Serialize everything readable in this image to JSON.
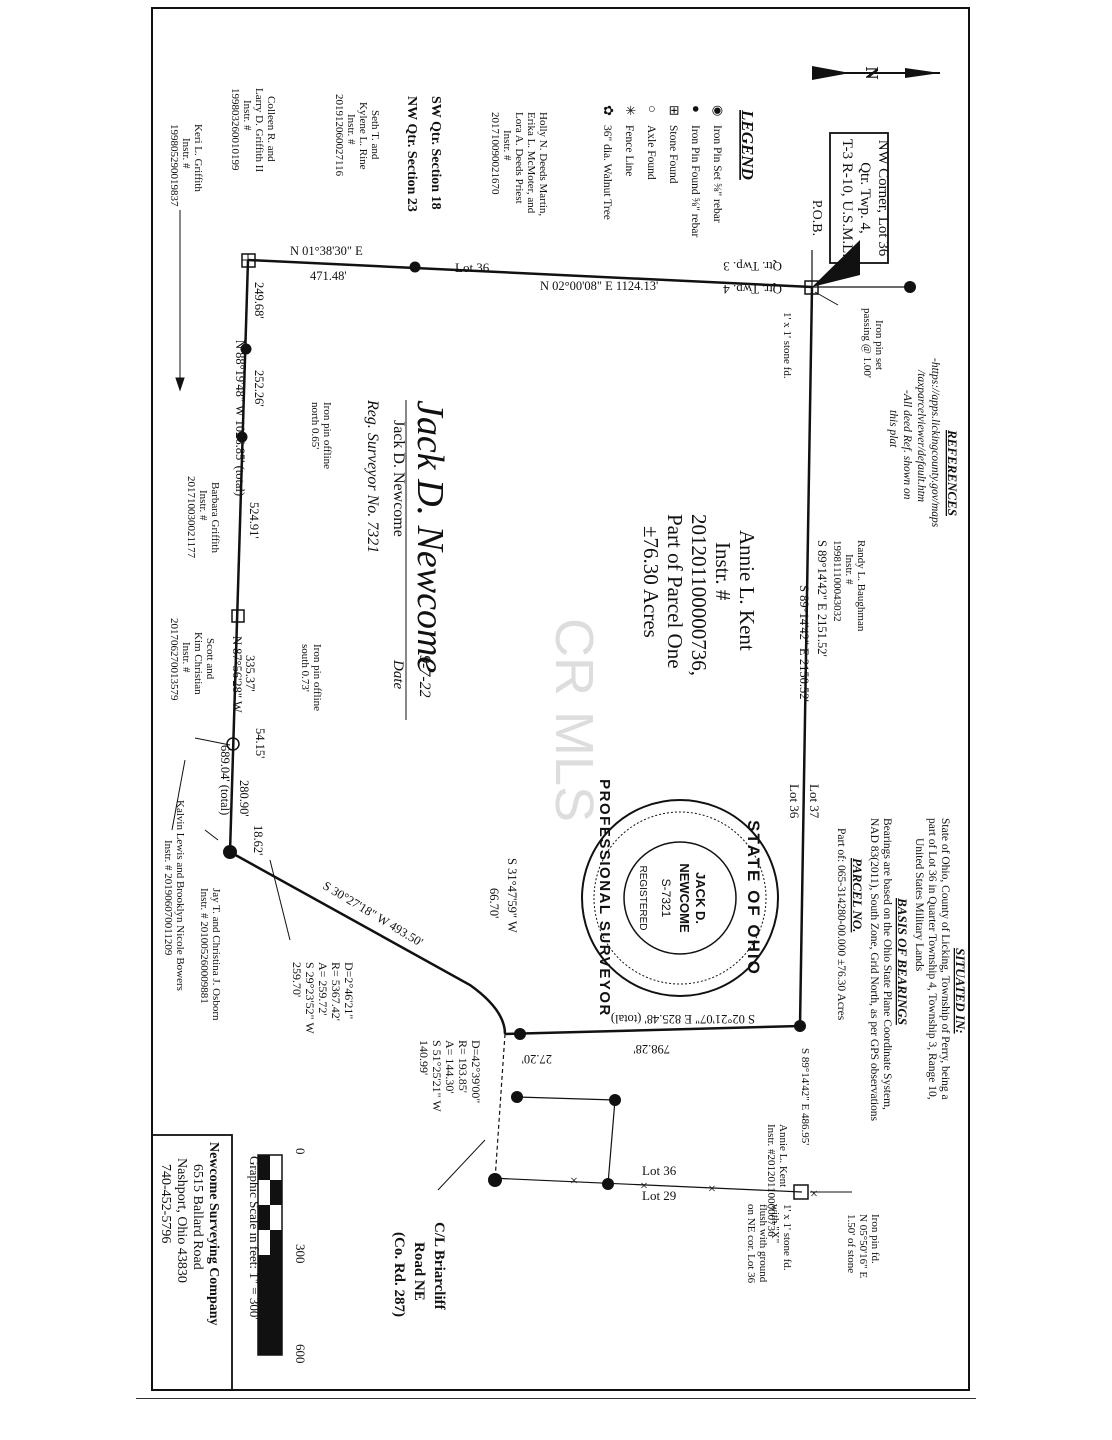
{
  "survey_plat": {
    "watermark": "CR MLS",
    "north_arrow": "N",
    "nw_corner": {
      "line1": "NW Corner, Lot 36",
      "line2": "Qtr. Twp. 4,",
      "line3": "T-3 R-10, U.S.M.L."
    },
    "pob": "P.O.B.",
    "legend": {
      "title": "LEGEND",
      "items": [
        {
          "symbol": "◉",
          "label": "Iron Pin Set ⅝\" rebar"
        },
        {
          "symbol": "●",
          "label": "Iron Pin Found ⅝\" rebar"
        },
        {
          "symbol": "⊞",
          "label": "Stone Found"
        },
        {
          "symbol": "○",
          "label": "Axle Found"
        },
        {
          "symbol": "✳",
          "label": "Fence Line"
        },
        {
          "symbol": "✿",
          "label": "36\" dia. Walnut Tree"
        }
      ]
    },
    "adjoiners": {
      "deeds_martin": [
        "Holly N. Deeds Martin,",
        "Erika L. McMoter, and",
        "Lora A. Deeds Priest",
        "Instr. #",
        "201710090021670"
      ],
      "sw_qtr": [
        "SW Qtr. Section 18"
      ],
      "nw_qtr": [
        "NW Qtr. Section 23"
      ],
      "rine": [
        "Seth T. and",
        "Kylene L. Rine",
        "Instr. #",
        "201912060027116"
      ],
      "griffith_colleen": [
        "Colleen R. and",
        "Larry D. Griffith II",
        "Instr. #",
        "199803260010199"
      ],
      "griffith_keri": [
        "Keri L. Griffith",
        "Instr. #",
        "199805290019837"
      ],
      "baughman": [
        "Randy L. Baughman",
        "Instr. #",
        "199811100043032"
      ],
      "griffith_barbara": [
        "Barbara Griffith",
        "Instr. #",
        "201710030021177"
      ],
      "christian": [
        "Scott and",
        "Kim Christian",
        "Instr. #",
        "201706270013579"
      ],
      "osborn": [
        "Jay T. and Christina J. Osborn",
        "Instr. # 201005260009881"
      ],
      "bowers": [
        "Kalvin Lewis and Brooklyn Nicole Bowers",
        "Instr. # 201906070011209"
      ],
      "kent_south": [
        "Annie L. Kent",
        "Instr. #201201100000736"
      ]
    },
    "parcel_label": [
      "Annie L. Kent",
      "Instr. #",
      "201201100000736,",
      "Part of Parcel One",
      "±76.30 Acres"
    ],
    "qtr_twp": {
      "a": "Qtr. Twp. 3",
      "b": "Qtr. Twp. 4"
    },
    "lots": {
      "lot36": "Lot 36",
      "lot37": "Lot 37",
      "lot36b": "Lot 36",
      "lot29": "Lot 29"
    },
    "bearings": {
      "north_a": "N 01°38'30\" E",
      "north_a_dist": "471.48'",
      "north_b": "N 02°00'08\" E  1124.13'",
      "east_total": "S 89°14'42\" E  2151.52'",
      "east_part": "S 89°14'42\" E  2150.52'",
      "west_seg1": "249.68'",
      "west_bearing1": "N 88°19'48\" W  1026.85' (total)",
      "west_seg2": "252.26'",
      "west_seg3": "524.91'",
      "west_seg4": "335.37'",
      "west_bearing2": "N 87°56'28\" W",
      "west_seg5": "54.15'",
      "west_total2": "689.04' (total)",
      "west_seg6": "280.90'",
      "west_seg7": "18.62'",
      "diag": "S 30°27'18\" W  493.50'",
      "diag2a": "S 31°47'59\" W",
      "diag2b": "66.70'",
      "south_line": "S 02°21'07\" E  825.48' (total)",
      "south_seg": "798.28'",
      "south_seg2": "27.20'",
      "east_small": "S 89°14'42\" E  486.95'",
      "iron_n": [
        "Iron pin fd.",
        "N 05°50'16\" E",
        "1.50' of stone"
      ]
    },
    "curves": {
      "c1": [
        "D=2°46'21\"",
        "R= 5367.42'",
        "A= 259.72'",
        "S 29°23'52\" W",
        "259.70'"
      ],
      "c2": [
        "D=42°39'00\"",
        "R= 193.85'",
        "A= 144.30'",
        "S 51°25'21\" W",
        "140.99'"
      ]
    },
    "notes": {
      "iron_set": [
        "Iron pin set",
        "passing @ 1.00'"
      ],
      "stone_fd": "1' x 1' stone fd.",
      "offline_north": [
        "Iron pin offline",
        "north 0.65'"
      ],
      "offline_south": [
        "Iron pin offline",
        "south 0.73'"
      ],
      "stone_ne": [
        "1' x 1' stone fd.",
        "with \"X\"",
        "flush with ground",
        "on NE cor. Lot 36"
      ]
    },
    "references": {
      "title": "REFERENCES",
      "lines": [
        "-https://apps.lickingcounty.gov/maps",
        "/taxparcelviewer/default.htm",
        "-All deed Ref. shown on",
        "this plat"
      ]
    },
    "situated": {
      "title": "SITUATED IN:",
      "lines": [
        "State of Ohio, County of Licking, Township of Perry, being a",
        "part of Lot 36 in Quarter Township 4, Township 3, Range 10,",
        "United States Military Lands"
      ]
    },
    "basis": {
      "title": "BASIS OF BEARINGS",
      "lines": [
        "Bearings are based on the Ohio State Plane Coordinate System,",
        "NAD 83(2011), South Zone, Grid North, as per GPS observations"
      ]
    },
    "parcel_no": {
      "title": "PARCEL NO.",
      "line": "Part of: 065-314280-00.000  ±76.30 Acres"
    },
    "seal": {
      "top": "STATE OF OHIO",
      "name1": "JACK D.",
      "name2": "NEWCOME",
      "num": "S-7321",
      "registered": "REGISTERED",
      "bottom": "PROFESSIONAL SURVEYOR"
    },
    "signature": {
      "sig": "Jack D. Newcome",
      "name": "Jack D. Newcome",
      "reg": "Reg. Surveyor No. 7321",
      "date_val": "9-7-22",
      "date": "Date"
    },
    "road": [
      "C/L Briarcliff",
      "Road NE",
      "(Co. Rd. 287)"
    ],
    "company": [
      "Newcome Surveying Company",
      "6515 Ballard Road",
      "Nashport, Ohio 43830",
      "740-452-5796"
    ],
    "scale": {
      "ticks": [
        "0",
        "300",
        "600"
      ],
      "caption": "Graphic Scale in feet: 1\" = 300'"
    }
  }
}
